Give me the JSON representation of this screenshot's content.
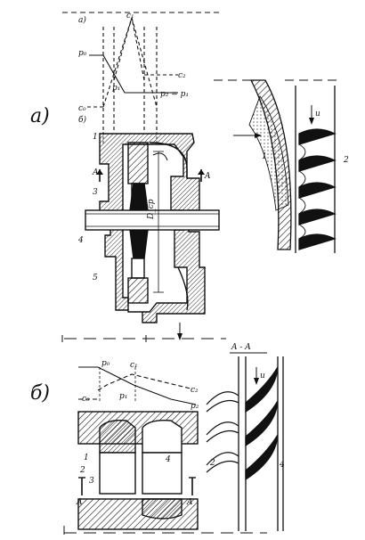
{
  "panels": {
    "top": {
      "letter": "а)"
    },
    "bottom": {
      "letter": "б)"
    }
  },
  "top_graph": {
    "sublabel_a": "а)",
    "sublabel_b": "б)",
    "c1": "c₁",
    "c2": "c₂",
    "c0": "c₀",
    "p0": "p₀",
    "p1": "p₁",
    "p2_eq_p1": "p₂ = p₁"
  },
  "top_section": {
    "pos_1": "1",
    "pos_3": "3",
    "pos_4": "4",
    "pos_5": "5",
    "arrow_a_left": "A",
    "arrow_a_right": "A",
    "diameter": "D_cp"
  },
  "top_blades": {
    "pos_1": "1",
    "pos_2": "2",
    "velocity": "u"
  },
  "bottom_graph": {
    "p0": "p₀",
    "c1": "c₁",
    "c0": "c₀",
    "p1": "p₁",
    "c2": "c₂",
    "p2": "p₂"
  },
  "bottom_section": {
    "pos_1": "1",
    "pos_2": "2",
    "pos_3": "3",
    "pos_4": "4",
    "arrow_a_left": "A",
    "arrow_a_right": "A"
  },
  "bottom_blades": {
    "section_title": "A - A",
    "velocity": "u",
    "pos_2": "2",
    "pos_4": "4"
  },
  "colors": {
    "ink": "#111111",
    "paper": "#ffffff"
  }
}
